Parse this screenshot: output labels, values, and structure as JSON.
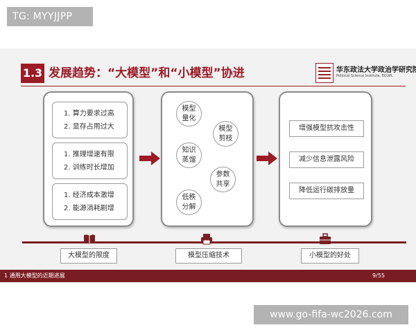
{
  "top_label": "TG: MYYJJPP",
  "slide": {
    "section_number": "1.3",
    "title": "发展趋势：“大模型”和“小模型”协进",
    "logo": {
      "cn": "华东政法大学政治学研究院",
      "en": "Political Science Institute, ECUPL"
    },
    "colors": {
      "accent": "#9b1b26",
      "footer": "#7a1d22"
    },
    "limits_panel": {
      "groups": [
        [
          "1. 算力要求过高",
          "2. 显存占用过大"
        ],
        [
          "1. 推理增速有限",
          "2. 训练时长增加"
        ],
        [
          "1. 经济成本激增",
          "2. 能源消耗剧增"
        ]
      ]
    },
    "compression_panel": {
      "items": [
        "模型量化",
        "模型剪枝",
        "知识蒸馏",
        "参数共享",
        "低秩分解"
      ]
    },
    "benefits_panel": {
      "items": [
        "增强模型抗攻击性",
        "减少信息泄露风险",
        "降低运行碳排放量"
      ]
    },
    "timeline": {
      "labels": [
        "大模型的限度",
        "模型压缩技术",
        "小模型的好处"
      ],
      "icons": [
        "book-icon",
        "printer-icon",
        "briefcase-icon"
      ]
    },
    "footer": {
      "left": "1 通用大模型的近期进展",
      "page": "9/55"
    }
  },
  "watermark": "www.go-fifa-wc2026.com"
}
